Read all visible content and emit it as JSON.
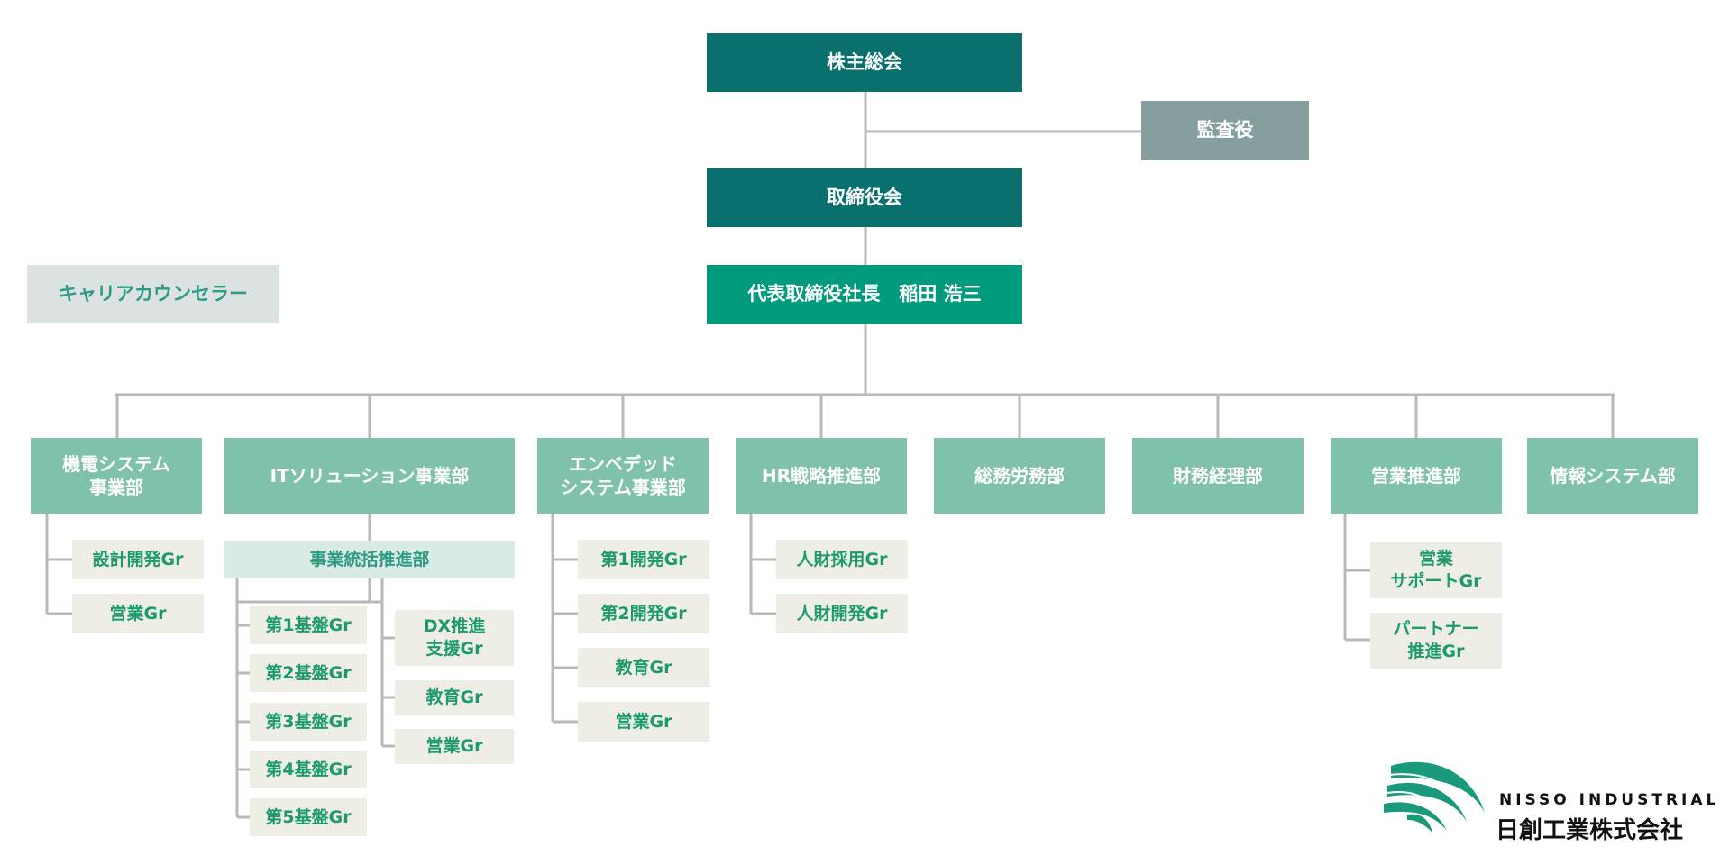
{
  "org": {
    "shareholders": "株主総会",
    "auditor": "監査役",
    "board": "取締役会",
    "president": "代表取締役社長　稲田 浩三",
    "counselor": "キャリアカウンセラー",
    "departments": [
      {
        "name": "機電システム\n事業部",
        "groups": [
          "設計開発Gr",
          "営業Gr"
        ]
      },
      {
        "name": "ITソリューション事業部",
        "sub_unit": "事業統括推進部",
        "groups_left": [
          "第1基盤Gr",
          "第2基盤Gr",
          "第3基盤Gr",
          "第4基盤Gr",
          "第5基盤Gr"
        ],
        "groups_right": [
          "DX推進\n支援Gr",
          "教育Gr",
          "営業Gr"
        ]
      },
      {
        "name": "エンベデッド\nシステム事業部",
        "groups": [
          "第1開発Gr",
          "第2開発Gr",
          "教育Gr",
          "営業Gr"
        ]
      },
      {
        "name": "HR戦略推進部",
        "groups": [
          "人財採用Gr",
          "人財開発Gr"
        ]
      },
      {
        "name": "総務労務部",
        "groups": []
      },
      {
        "name": "財務経理部",
        "groups": []
      },
      {
        "name": "営業推進部",
        "groups": [
          "営業\nサポートGr",
          "パートナー\n推進Gr"
        ]
      },
      {
        "name": "情報システム部",
        "groups": []
      }
    ]
  },
  "logo": {
    "name_en": "NISSO INDUSTRIAL",
    "name_ja": "日創工業株式会社"
  },
  "colors": {
    "top": "#0a706e",
    "auditor": "#859f9f",
    "president": "#009b7d",
    "department": "#7fc1ab",
    "group_bg": "#efeee6",
    "group_text": "#1c9a6e",
    "line": "#b9b9b9"
  }
}
